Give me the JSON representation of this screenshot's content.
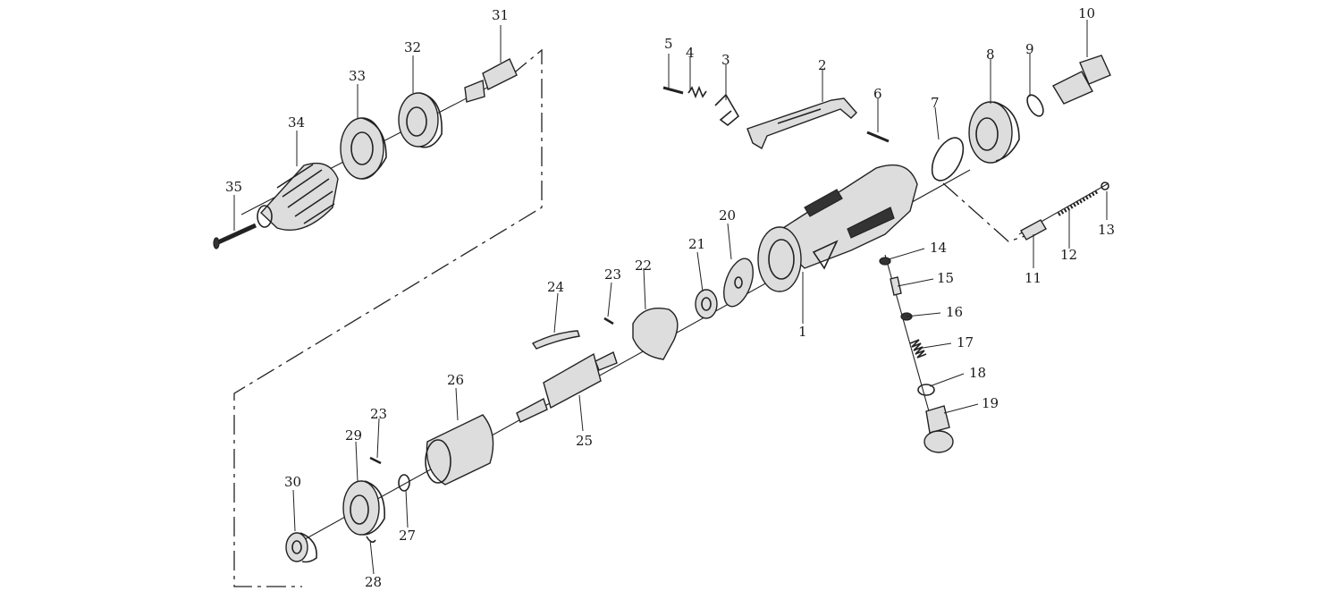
{
  "labels": {
    "p1": "1",
    "p2": "2",
    "p3": "3",
    "p4": "4",
    "p5": "5",
    "p6": "6",
    "p7": "7",
    "p8": "8",
    "p9": "9",
    "p10": "10",
    "p11": "11",
    "p12": "12",
    "p13": "13",
    "p14": "14",
    "p15": "15",
    "p16": "16",
    "p17": "17",
    "p18": "18",
    "p19": "19",
    "p20": "20",
    "p21": "21",
    "p22": "22",
    "p23a": "23",
    "p23b": "23",
    "p24": "24",
    "p25": "25",
    "p26": "26",
    "p27": "27",
    "p28": "28",
    "p29": "29",
    "p30": "30",
    "p31": "31",
    "p32": "32",
    "p33": "33",
    "p34": "34",
    "p35": "35"
  }
}
